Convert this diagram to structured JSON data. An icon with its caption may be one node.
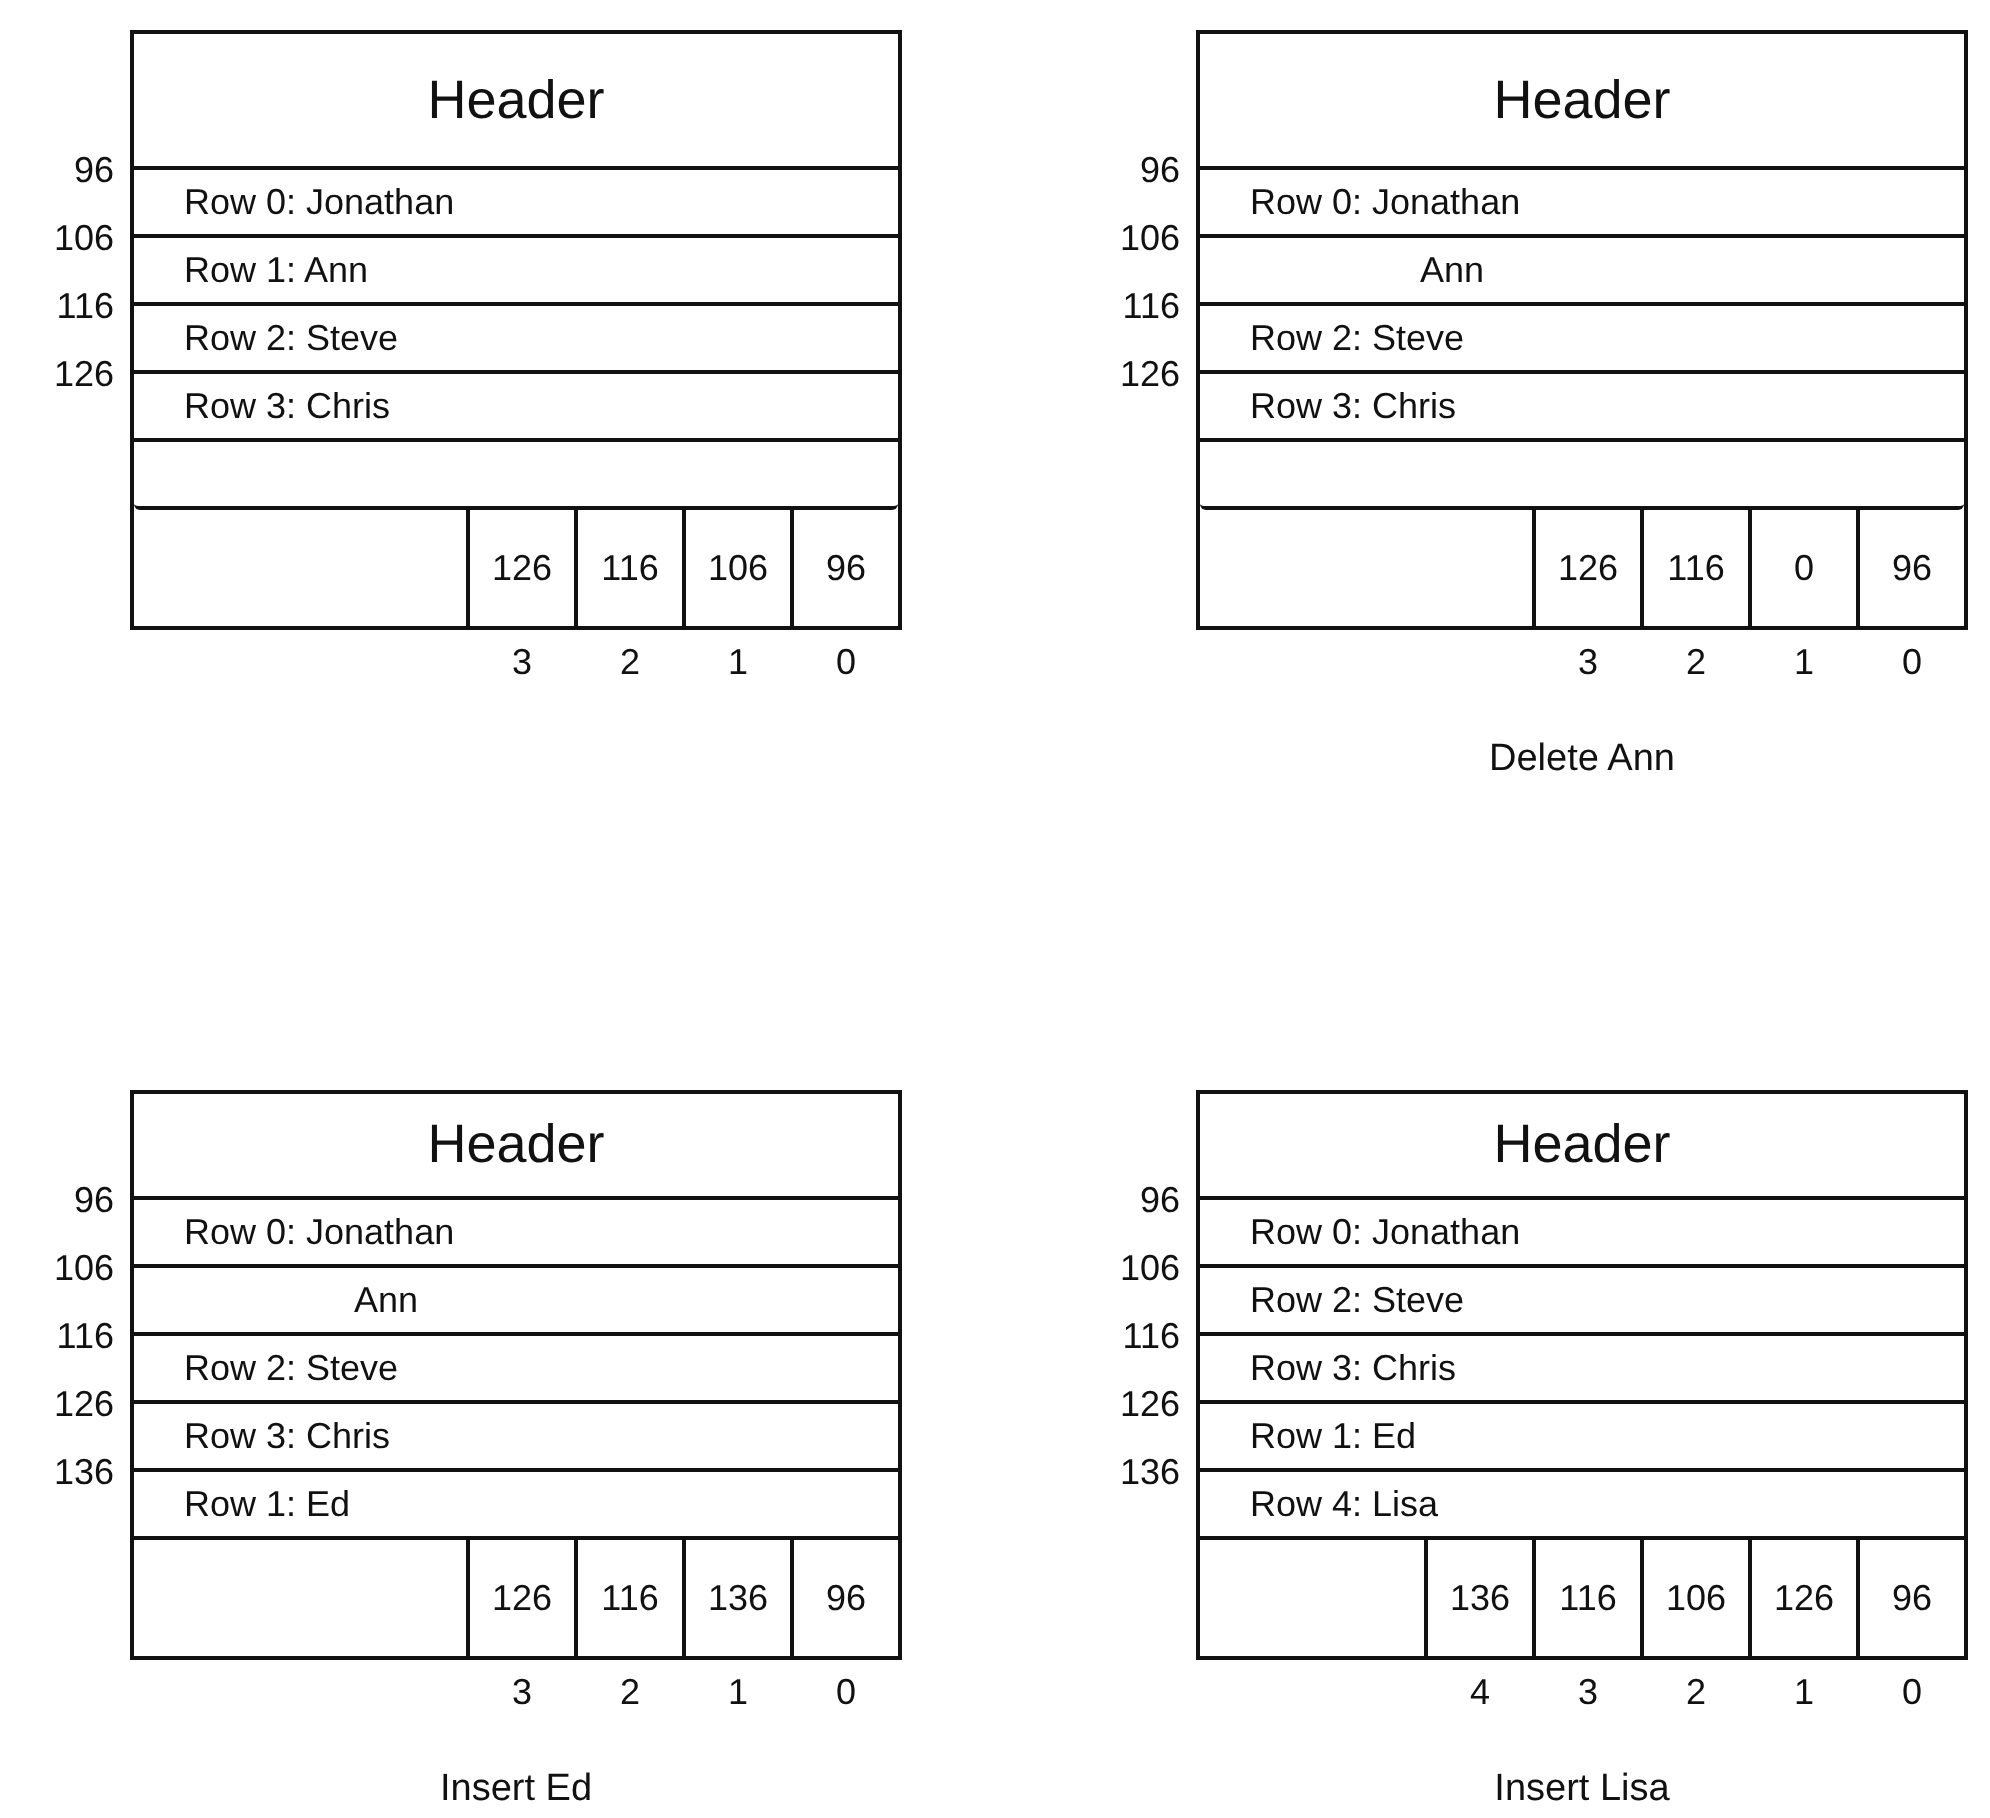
{
  "diagram": {
    "nodes": [
      {
        "text": [],
        "shape": "box"
      },
      {
        "text": [
          "Header"
        ],
        "in": 0
      },
      {
        "text": [
          "Row 0: Jonathan"
        ],
        "in": 0,
        "beside": [
          "96"
        ]
      },
      {
        "text": [
          "Row 1: Ann"
        ],
        "in": 0,
        "beside": [
          "106"
        ]
      },
      {
        "text": [
          "Row 2: Steve"
        ],
        "in": 0,
        "beside": [
          "116"
        ]
      },
      {
        "text": [
          "Row 3: Chris"
        ],
        "in": 0,
        "beside": [
          "126"
        ]
      },
      {
        "text": [],
        "shape": "bar",
        "in": 0
      },
      {
        "text": [],
        "shape": "box",
        "in": 0
      },
      {
        "text": [
          "126"
        ],
        "in": 0,
        "beside": [
          "3"
        ]
      },
      {
        "text": [
          "116"
        ],
        "in": 0,
        "beside": [
          "2"
        ]
      },
      {
        "text": [
          "106"
        ],
        "in": 0,
        "beside": [
          "1"
        ]
      },
      {
        "text": [
          "96"
        ],
        "in": 0,
        "beside": [
          "0"
        ]
      },
      {
        "text": [],
        "shape": "box",
        "beside": [
          "Delete Ann"
        ]
      },
      {
        "text": [
          "Header"
        ],
        "in": 12
      },
      {
        "text": [
          "Row 0: Jonathan"
        ],
        "in": 12,
        "beside": [
          "96"
        ]
      },
      {
        "text": [
          "Ann"
        ],
        "in": 12,
        "beside": [
          "106"
        ]
      },
      {
        "text": [
          "Row 2: Steve"
        ],
        "in": 12,
        "beside": [
          "116"
        ]
      },
      {
        "text": [
          "Row 3: Chris"
        ],
        "in": 12,
        "beside": [
          "126"
        ]
      },
      {
        "text": [],
        "shape": "bar",
        "in": 12
      },
      {
        "text": [],
        "shape": "box",
        "in": 12
      },
      {
        "text": [
          "126"
        ],
        "in": 12,
        "beside": [
          "3"
        ]
      },
      {
        "text": [
          "116"
        ],
        "in": 12,
        "beside": [
          "2"
        ]
      },
      {
        "text": [
          "0"
        ],
        "in": 12,
        "beside": [
          "1"
        ]
      },
      {
        "text": [
          "96"
        ],
        "in": 12,
        "beside": [
          "0"
        ]
      },
      {
        "text": [],
        "shape": "box",
        "beside": [
          "Insert Ed"
        ]
      },
      {
        "text": [
          "Header"
        ],
        "in": 24
      },
      {
        "text": [
          "Row 0: Jonathan"
        ],
        "in": 24,
        "beside": [
          "96"
        ]
      },
      {
        "text": [
          "Ann"
        ],
        "in": 24,
        "beside": [
          "106"
        ]
      },
      {
        "text": [
          "Row 2: Steve"
        ],
        "in": 24,
        "beside": [
          "116"
        ]
      },
      {
        "text": [
          "Row 3: Chris"
        ],
        "in": 24,
        "beside": [
          "126"
        ]
      },
      {
        "text": [
          "Row 1: Ed"
        ],
        "in": 24,
        "beside": [
          "136"
        ]
      },
      {
        "text": [],
        "shape": "box",
        "in": 24
      },
      {
        "text": [
          "126"
        ],
        "in": 24,
        "beside": [
          "3"
        ]
      },
      {
        "text": [
          "116"
        ],
        "in": 24,
        "beside": [
          "2"
        ]
      },
      {
        "text": [
          "136"
        ],
        "in": 24,
        "beside": [
          "1"
        ]
      },
      {
        "text": [
          "96"
        ],
        "in": 24,
        "beside": [
          "0"
        ]
      },
      {
        "text": [],
        "shape": "box",
        "beside": [
          "Insert Lisa"
        ]
      },
      {
        "text": [
          "Header"
        ],
        "in": 36
      },
      {
        "text": [
          "Row 0: Jonathan"
        ],
        "in": 36,
        "beside": [
          "96"
        ]
      },
      {
        "text": [
          "Row 2: Steve"
        ],
        "in": 36,
        "beside": [
          "106"
        ]
      },
      {
        "text": [
          "Row 3: Chris"
        ],
        "in": 36,
        "beside": [
          "116"
        ]
      },
      {
        "text": [
          "Row 1: Ed"
        ],
        "in": 36,
        "beside": [
          "126"
        ]
      },
      {
        "text": [
          "Row 4: Lisa"
        ],
        "in": 36,
        "beside": [
          "136"
        ]
      },
      {
        "text": [],
        "shape": "box",
        "in": 36
      },
      {
        "text": [
          "136"
        ],
        "in": 36,
        "beside": [
          "4"
        ]
      },
      {
        "text": [
          "116"
        ],
        "in": 36,
        "beside": [
          "3"
        ]
      },
      {
        "text": [
          "106"
        ],
        "in": 36,
        "beside": [
          "2"
        ]
      },
      {
        "text": [
          "126"
        ],
        "in": 36,
        "beside": [
          "1"
        ]
      },
      {
        "text": [
          "96"
        ],
        "in": 36,
        "beside": [
          "0"
        ]
      }
    ]
  }
}
